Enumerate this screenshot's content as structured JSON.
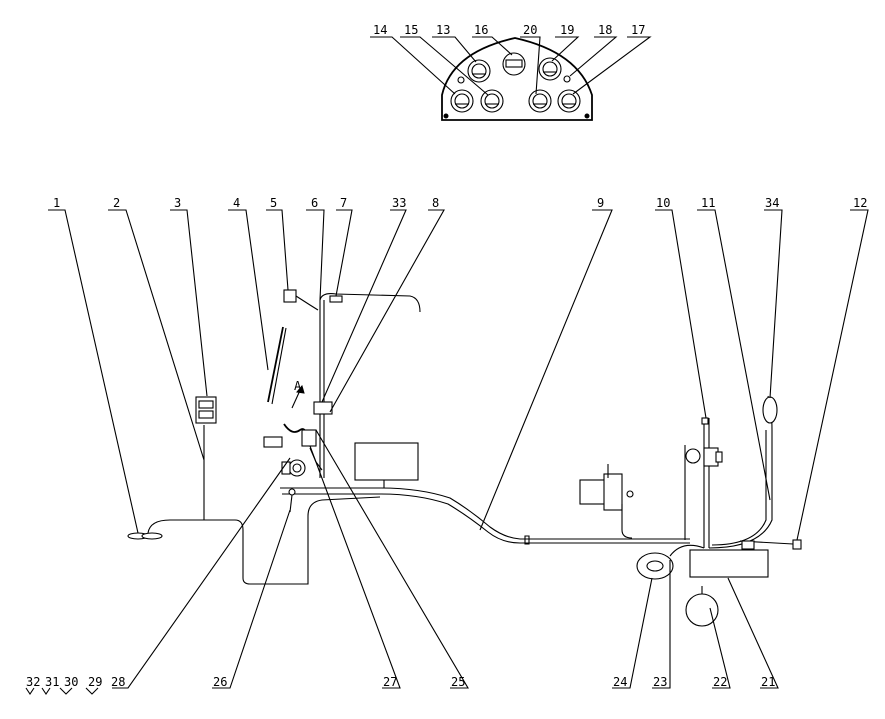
{
  "callouts": {
    "c1": "1",
    "c2": "2",
    "c3": "3",
    "c4": "4",
    "c5": "5",
    "c6": "6",
    "c7": "7",
    "c8": "8",
    "c9": "9",
    "c10": "10",
    "c11": "11",
    "c12": "12",
    "c13": "13",
    "c14": "14",
    "c15": "15",
    "c16": "16",
    "c17": "17",
    "c18": "18",
    "c19": "19",
    "c20": "20",
    "c21": "21",
    "c22": "22",
    "c23": "23",
    "c24": "24",
    "c25": "25",
    "c26": "26",
    "c27": "27",
    "c28": "28",
    "c29": "29",
    "c30": "30",
    "c31": "31",
    "c32": "32",
    "c33": "33",
    "c34": "34"
  },
  "view_marker": "A"
}
